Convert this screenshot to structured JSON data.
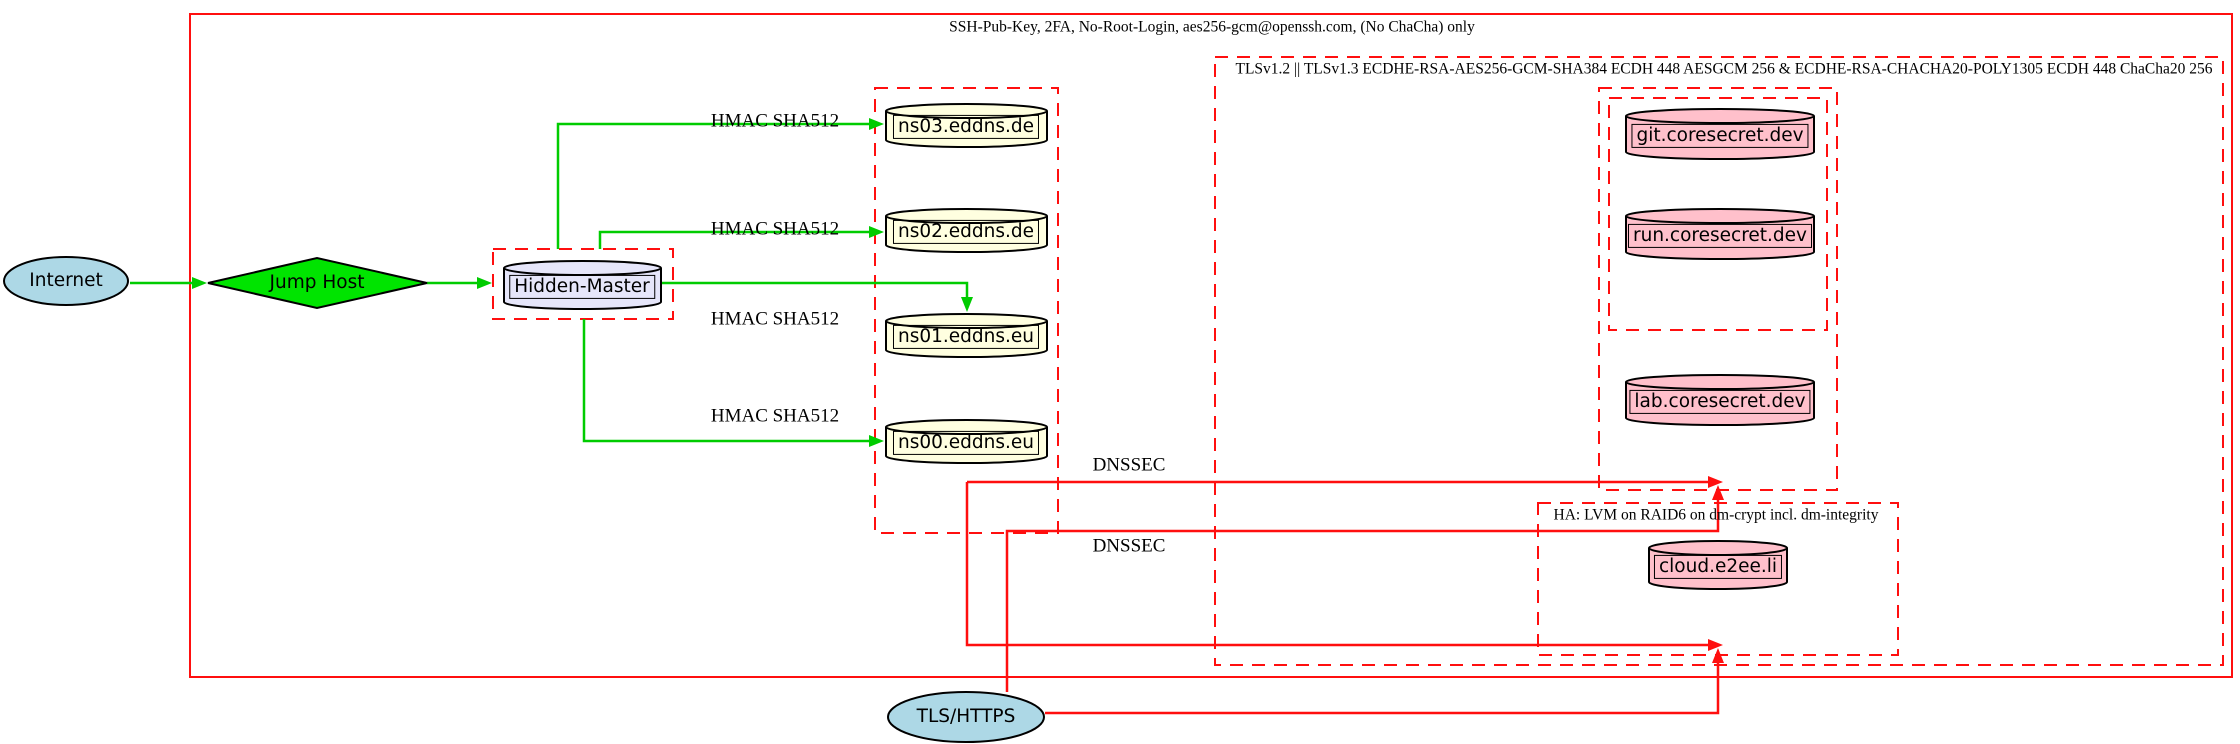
{
  "diagram": {
    "title": "secure DNS / hosting architecture graph",
    "clusters": {
      "ssh": {
        "label": "SSH-Pub-Key, 2FA, No-Root-Login, aes256-gcm@openssh.com, (No ChaCha) only"
      },
      "tls": {
        "label": "TLSv1.2 || TLSv1.3 ECDHE-RSA-AES256-GCM-SHA384 ECDH 448 AESGCM 256 & ECDHE-RSA-CHACHA20-POLY1305 ECDH 448 ChaCha20 256"
      },
      "ha": {
        "label": "HA: LVM on RAID6 on dm-crypt incl. dm-integrity"
      }
    },
    "nodes": {
      "internet": {
        "label": "Internet",
        "shape": "ellipse",
        "fill": "#add8e6"
      },
      "jump_host": {
        "label": "Jump Host",
        "shape": "diamond",
        "fill": "#00e400"
      },
      "hidden_master": {
        "label": "Hidden-Master",
        "shape": "cylinder",
        "fill": "#e6e6fa"
      },
      "ns03": {
        "label": "ns03.eddns.de",
        "shape": "cylinder",
        "fill": "#ffffe0"
      },
      "ns02": {
        "label": "ns02.eddns.de",
        "shape": "cylinder",
        "fill": "#ffffe0"
      },
      "ns01": {
        "label": "ns01.eddns.eu",
        "shape": "cylinder",
        "fill": "#ffffe0"
      },
      "ns00": {
        "label": "ns00.eddns.eu",
        "shape": "cylinder",
        "fill": "#ffffe0"
      },
      "git": {
        "label": "git.coresecret.dev",
        "shape": "cylinder",
        "fill": "#ffc0cb"
      },
      "run": {
        "label": "run.coresecret.dev",
        "shape": "cylinder",
        "fill": "#ffc0cb"
      },
      "lab": {
        "label": "lab.coresecret.dev",
        "shape": "cylinder",
        "fill": "#ffc0cb"
      },
      "cloud": {
        "label": "cloud.e2ee.li",
        "shape": "cylinder",
        "fill": "#ffc0cb"
      },
      "tls_https": {
        "label": "TLS/HTTPS",
        "shape": "ellipse",
        "fill": "#add8e6"
      }
    },
    "edge_labels": {
      "hmac": [
        "HMAC SHA512",
        "HMAC SHA512",
        "HMAC SHA512",
        "HMAC SHA512"
      ],
      "dnssec": [
        "DNSSEC",
        "DNSSEC"
      ]
    },
    "colors": {
      "green_edge": "#00cc00",
      "green_node": "#00e400",
      "red": "#ff0f0f",
      "node_blue": "#add8e6",
      "node_lavender": "#e6e6fa",
      "node_yellow": "#ffffe0",
      "node_pink": "#ffc0cb",
      "outline": "#000000"
    }
  }
}
